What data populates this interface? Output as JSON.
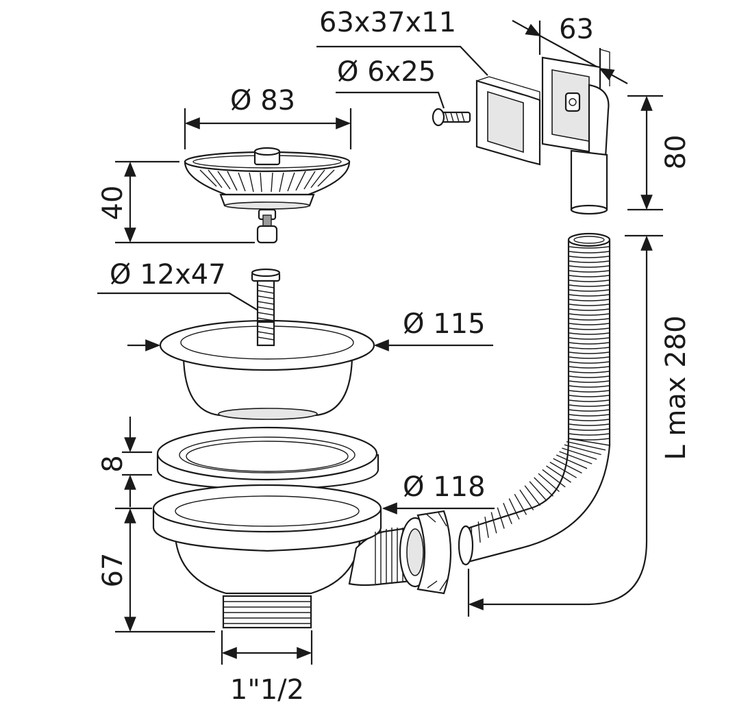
{
  "diagram": {
    "labels": {
      "gasket": "63x37x11",
      "bracket_width": "63",
      "screw": "Ø 6x25",
      "strainer_diameter": "Ø 83",
      "strainer_height": "40",
      "bracket_height": "80",
      "bolt": "Ø 12x47",
      "basket_diameter": "Ø 115",
      "hose_length": "L max 280",
      "ring_height": "8",
      "body_diameter": "Ø 118",
      "body_height": "67",
      "thread": "1\"1/2"
    }
  }
}
